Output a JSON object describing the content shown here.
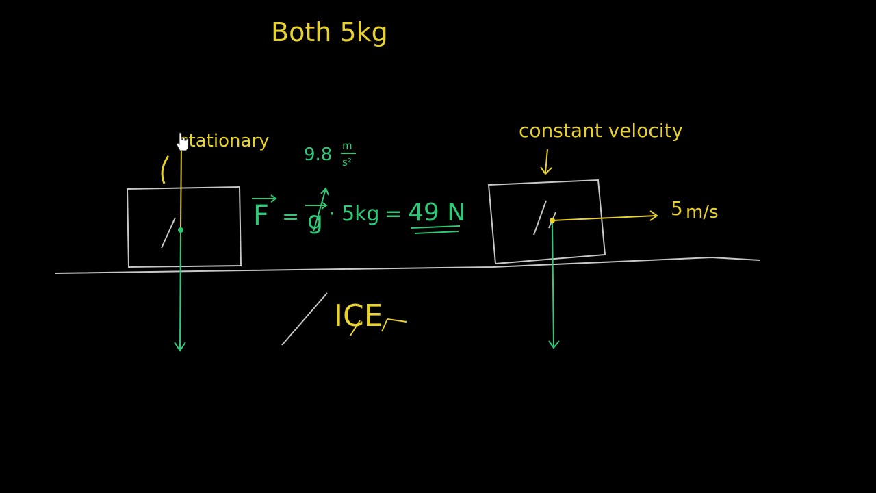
{
  "colors": {
    "background": "#000000",
    "yellow": "#e6d12e",
    "green": "#2ec977",
    "gray": "#c8c8c8",
    "cursor": "#ffffff"
  },
  "labels": {
    "title": "Both 5kg",
    "stationary": "stationary",
    "constant_velocity": "constant velocity",
    "g_value": "9.8",
    "g_unit_top": "m",
    "g_unit_bottom": "s²",
    "equation_force": "F",
    "equation_equals_1": "=",
    "equation_g": "g",
    "equation_mass": "· 5kg",
    "equation_equals_2": "=",
    "equation_result": "49 N",
    "velocity_value": "5",
    "velocity_unit": "m/s",
    "surface": "ICE"
  },
  "icons": {
    "cursor": "hand-pointer-icon"
  }
}
